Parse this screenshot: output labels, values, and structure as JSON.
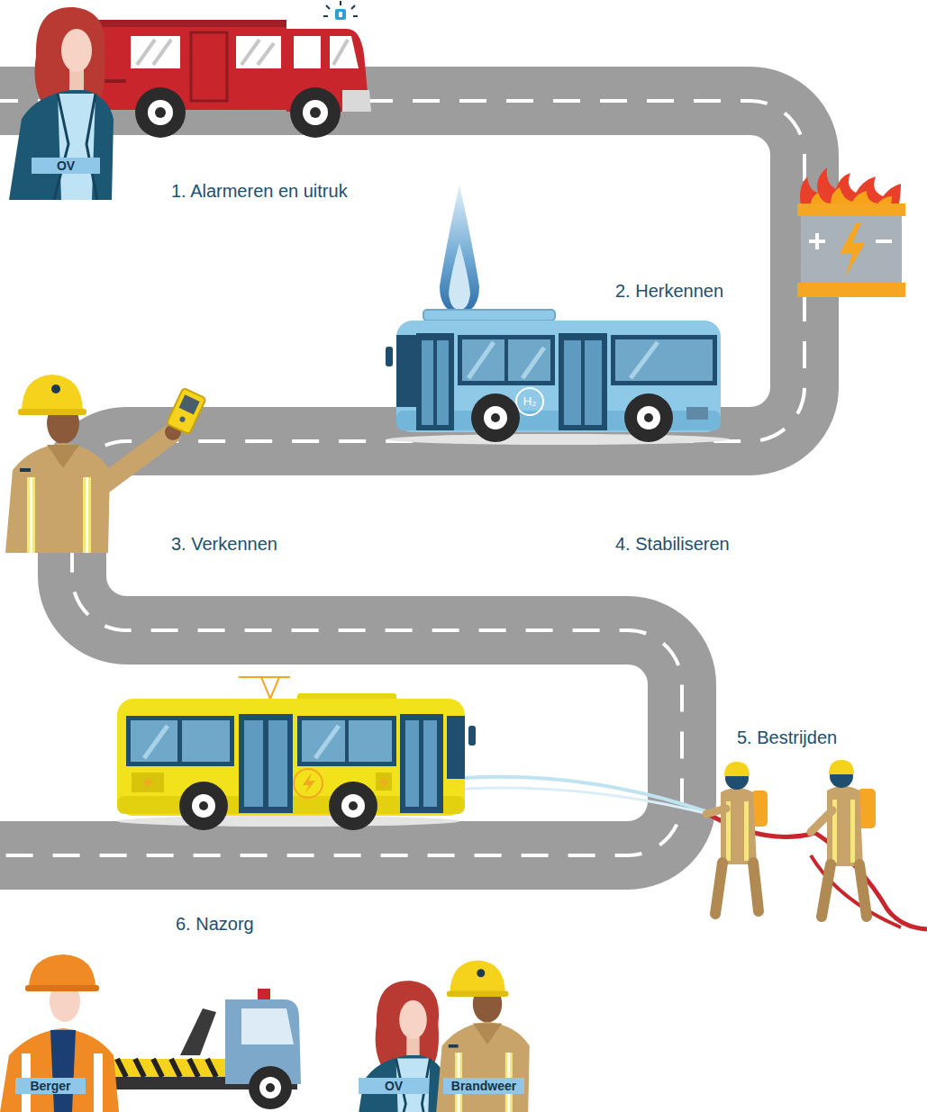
{
  "diagram": {
    "nodes": [
      {
        "text": [
          "OV"
        ]
      },
      {
        "text": [
          "Berger"
        ]
      },
      {
        "text": [
          "OV"
        ]
      },
      {
        "text": [
          "Brandweer"
        ]
      }
    ],
    "labels": [
      "1. Alarmeren en uitruk",
      "2. Herkennen",
      "3. Verkennen",
      "4. Stabiliseren",
      "5. Bestrijden",
      "6. Nazorg",
      "H₂"
    ]
  }
}
